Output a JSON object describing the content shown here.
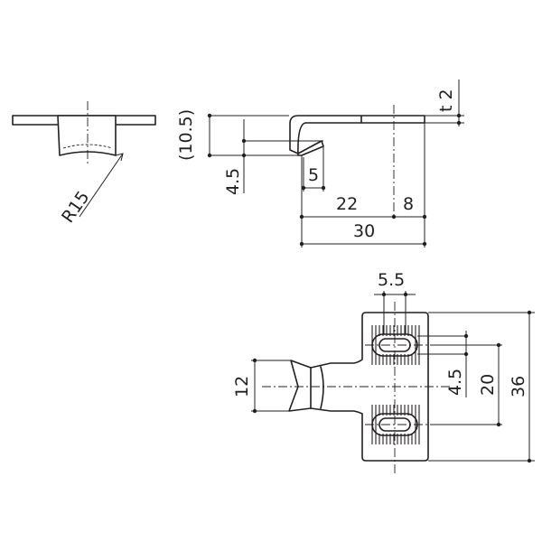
{
  "drawing": {
    "side_view": {
      "radius_label": "R15"
    },
    "profile_view": {
      "thickness_label": "t 2",
      "overall_height_label": "(10.5)",
      "inner_height_label": "4.5",
      "slot_depth_label": "5",
      "length_22_label": "22",
      "length_8_label": "8",
      "length_30_label": "30"
    },
    "plan_view": {
      "slot_width_label": "5.5",
      "tongue_width_label": "12",
      "slot_offset_label": "4.5",
      "slot_pitch_label": "20",
      "plate_height_label": "36"
    }
  }
}
